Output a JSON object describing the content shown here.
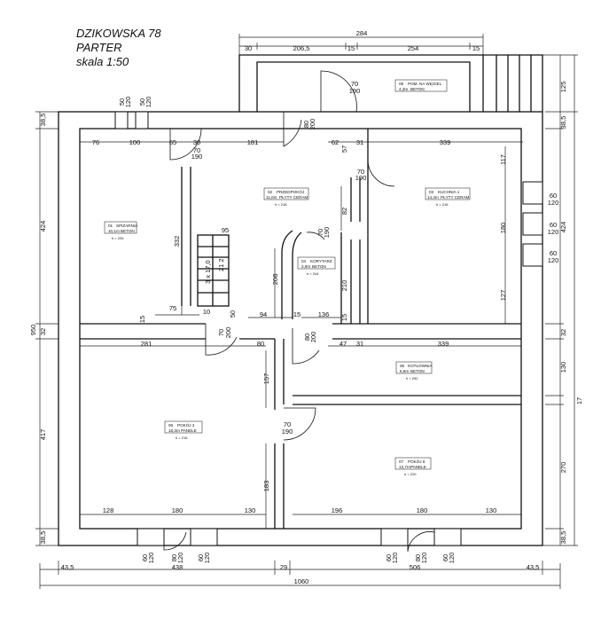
{
  "title": {
    "name": "DZIKOWSKA 78",
    "floor": "PARTER",
    "scale": "skala 1:50"
  },
  "rooms": [
    {
      "key": "spizarnia",
      "no": "01",
      "name": "SPIŻARNIA",
      "area": "10,1m",
      "floor": "BETON",
      "height": "h = 225"
    },
    {
      "key": "przedpokoj",
      "no": "02",
      "name": "PRZEDPOKÓJ",
      "area": "11,0m",
      "floor": "PŁYTY CERAM",
      "height": "h = 218"
    },
    {
      "key": "kuchnia",
      "no": "03",
      "name": "KUCHNIA 1",
      "area": "14,4m",
      "floor": "PŁYTY CERAM",
      "height": "h = 216"
    },
    {
      "key": "korytarz",
      "no": "04",
      "name": "KORYTARZ",
      "area": "2,9m",
      "floor": "BETON",
      "height": "h = 244"
    },
    {
      "key": "kotlownia",
      "no": "05",
      "name": "KOTŁOWNIA",
      "area": "6,6m",
      "floor": "BETON",
      "height": "h = 292"
    },
    {
      "key": "pokoj2",
      "no": "06",
      "name": "POKÓJ 2",
      "area": "18,3m",
      "floor": "PANELE",
      "height": "h = 216"
    },
    {
      "key": "pokoj6",
      "no": "07",
      "name": "POKÓJ 6",
      "area": "13,7m",
      "floor": "PANELE",
      "height": "h = 220"
    },
    {
      "key": "wegiel",
      "no": "08",
      "name": "POM. NA WĘGIEL",
      "area": "4,3m",
      "floor": "BETON",
      "height": ""
    }
  ],
  "stairs": {
    "label_a": "3 x 17,0",
    "label_b": "21 2"
  },
  "dims": {
    "d284": "284",
    "d30": "30",
    "d2065": "206,5",
    "d15a": "15",
    "d254": "254",
    "d15b": "15",
    "d125": "125",
    "d385a": "38,5",
    "d424r": "424",
    "d32r": "32",
    "d130r": "130",
    "d17": "17",
    "d270": "270",
    "d385br": "38,5",
    "d950": "950",
    "d385l": "38,5",
    "d424l": "424",
    "d32l": "32",
    "d417": "417",
    "d385bl": "38,5",
    "d76": "76",
    "d100": "100",
    "d65": "65",
    "d30b": "30",
    "d181": "181",
    "d62": "62",
    "d31a": "31",
    "d339a": "339",
    "d332": "332",
    "d95": "95",
    "d208": "208",
    "d210": "210",
    "d82": "82",
    "d57": "57",
    "d117": "117",
    "d180r": "180",
    "d127": "127",
    "d15c": "15",
    "d75": "75",
    "d10": "10",
    "d50": "50",
    "d94": "94",
    "d15d": "15",
    "d136": "136",
    "d15e": "15",
    "d281": "281",
    "d80": "80",
    "d47": "47",
    "d31b": "31",
    "d339b": "339",
    "d157": "157",
    "d183": "183",
    "d128": "128",
    "d180a": "180",
    "d130a": "130",
    "d196": "196",
    "d180b": "180",
    "d130b": "130",
    "d435l": "43,5",
    "d438": "438",
    "d29": "29",
    "d506": "506",
    "d435r": "43,5",
    "d1060": "1060",
    "door_70": "70",
    "door_190": "190",
    "door_80": "80",
    "door_200": "200",
    "win_50": "50",
    "win_60": "60",
    "win_120": "120"
  }
}
